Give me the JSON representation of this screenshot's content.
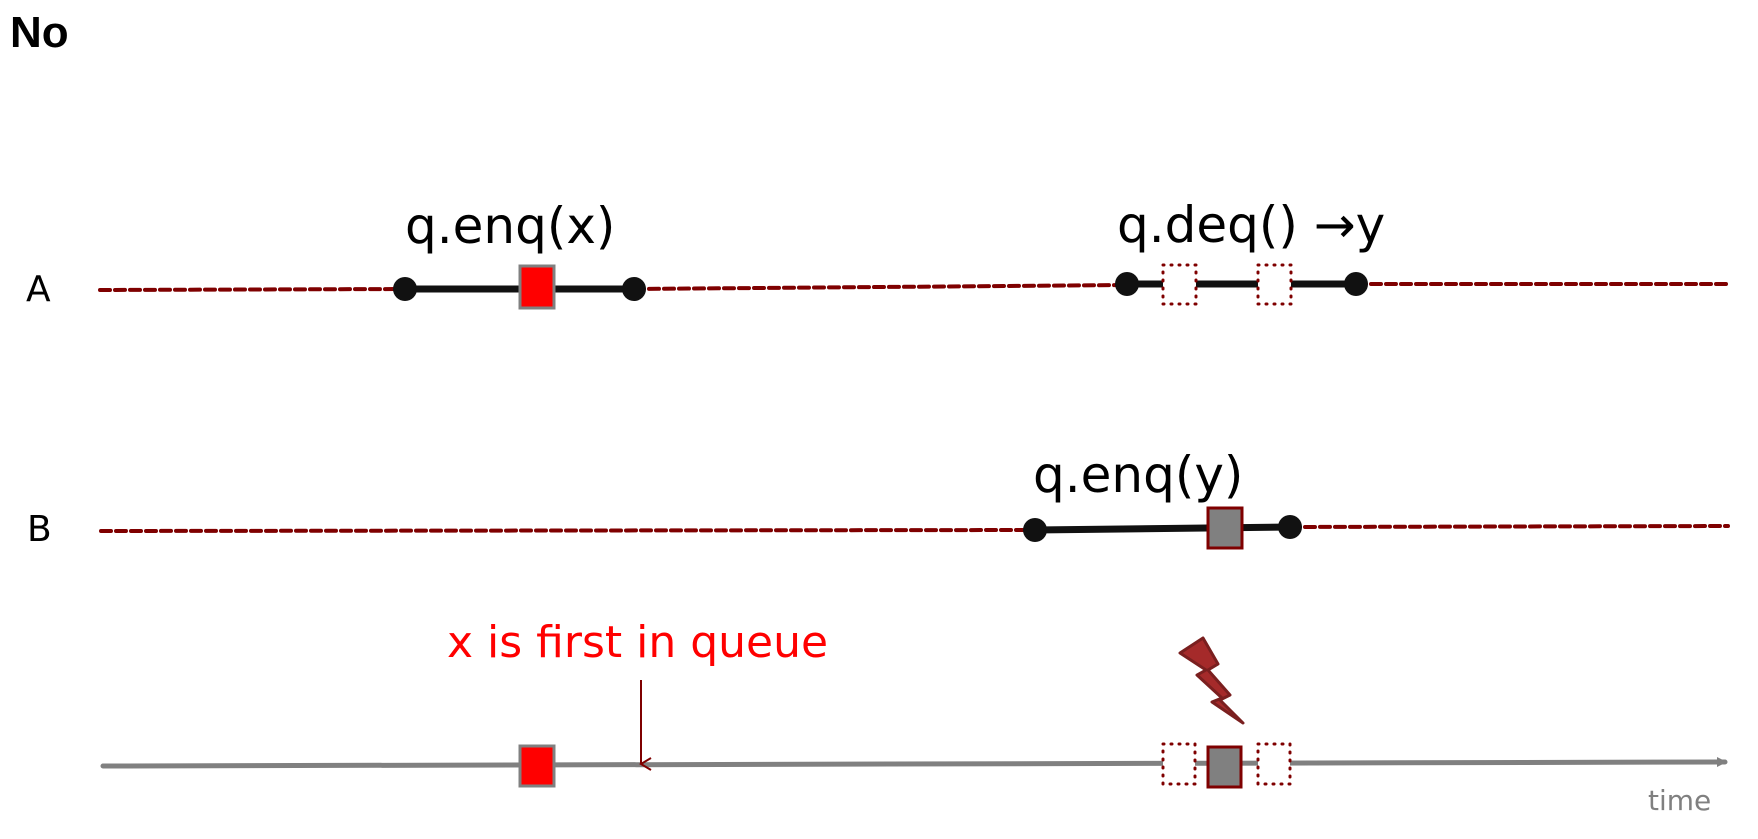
{
  "title": "No",
  "colors": {
    "lane_dash": "#7f0000",
    "interval": "#111111",
    "enq_x": "#ff0000",
    "enq_y": "#808080",
    "square_border_gray": "#808080",
    "square_border_dark": "#7f0000",
    "timeline": "#808080",
    "note": "#ff0000",
    "bolt": "#a52a2a"
  },
  "threads": [
    {
      "label": "A",
      "operations": [
        {
          "label": "q.enq(x)",
          "linearization": "solid-red"
        },
        {
          "label": "q.deq() →y",
          "linearization": "two-dotted-candidates"
        }
      ]
    },
    {
      "label": "B",
      "operations": [
        {
          "label": "q.enq(y)",
          "linearization": "solid-gray"
        }
      ]
    }
  ],
  "timeline": {
    "axis_label": "time",
    "annotation": "x is first in queue",
    "events": [
      "enq(x)",
      "deq candidate",
      "enq(y)",
      "deq candidate"
    ],
    "conflict_icon": "lightning-bolt-icon"
  }
}
